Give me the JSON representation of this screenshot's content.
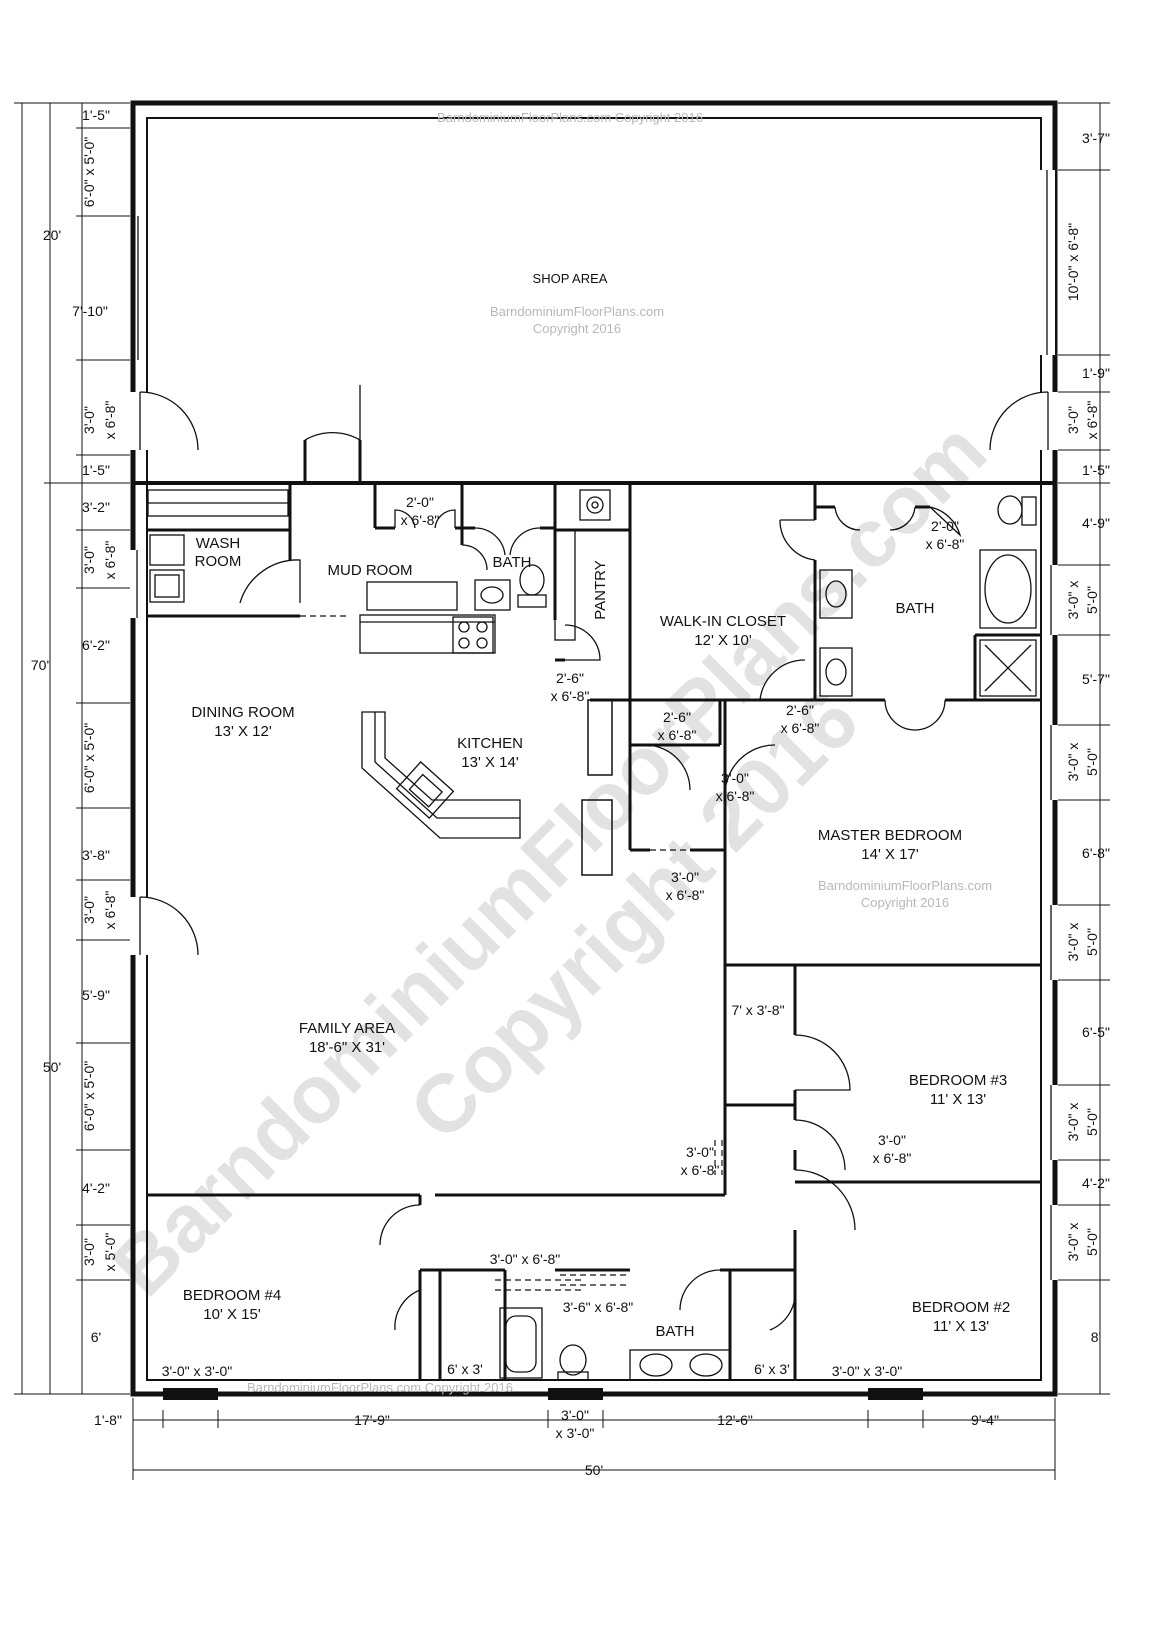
{
  "watermarks": {
    "top": "BarndominiumFloorPlans.com Copyright 2016",
    "bottom": "BarndominiumFloorPlans.com Copyright 2016",
    "shop_line1": "BarndominiumFloorPlans.com",
    "shop_line2": "Copyright 2016",
    "master_line1": "BarndominiumFloorPlans.com",
    "master_line2": "Copyright 2016",
    "big_line1": "BarndominiumFloorPlans.com",
    "big_line2": "Copyright 2016"
  },
  "rooms": {
    "shop": "SHOP AREA",
    "wash1": "WASH",
    "wash2": "ROOM",
    "mud": "MUD ROOM",
    "bath_small": "BATH",
    "pantry": "PANTRY",
    "closet_name": "WALK-IN CLOSET",
    "closet_size": "12' X 10'",
    "bath_master": "BATH",
    "dining_name": "DINING ROOM",
    "dining_size": "13' X 12'",
    "kitchen_name": "KITCHEN",
    "kitchen_size": "13' X 14'",
    "master_name": "MASTER BEDROOM",
    "master_size": "14' X 17'",
    "family_name": "FAMILY AREA",
    "family_size": "18'-6\" X 31'",
    "bed3_name": "BEDROOM #3",
    "bed3_size": "11' X 13'",
    "bed4_name": "BEDROOM #4",
    "bed4_size": "10' X 15'",
    "bed2_name": "BEDROOM #2",
    "bed2_size": "11' X 13'",
    "bath_bottom": "BATH"
  },
  "interior_dims": {
    "mud_door_1": "2'-0\"",
    "mud_door_2": "x 6'-8\"",
    "master_bath_door_1": "2'-0\"",
    "master_bath_door_2": "x 6'-8\"",
    "pantry_door_1": "2'-6\"",
    "pantry_door_2": "x 6'-8\"",
    "closet_door_1": "2'-6\"",
    "closet_door_2": "x 6'-8\"",
    "linen_door_1": "2'-6\"",
    "linen_door_2": "x 6'-8\"",
    "hall_door_1": "3'-0\"",
    "hall_door_2": "x 6'-8\"",
    "master_entry_1": "3'-0\"",
    "master_entry_2": "x 6'-8\"",
    "closet_7x3": "7' x 3'-8\"",
    "bed3_door_1": "3'-0\"",
    "bed3_door_2": "x 6'-8\"",
    "family_opening_1": "3'-0\"",
    "family_opening_2": "x 6'-8\"",
    "hall_bottom": "3'-0\" x 6'-8\"",
    "bath_bottom_door": "3'-6\" x 6'-8\"",
    "closet_6x3_left": "6' x 3'",
    "closet_6x3_right": "6' x 3'",
    "window_bed4": "3'-0\" x 3'-0\"",
    "window_bed2": "3'-0\" x 3'-0\""
  },
  "left_dims": {
    "total": "70'",
    "upper": "20'",
    "lower": "50'",
    "s1": "1'-5\"",
    "s2": "6'-0\" x 5'-0\"",
    "s3": "7'-10\"",
    "s4a": "3'-0\"",
    "s4b": "x 6'-8\"",
    "s5": "1'-5\"",
    "s6": "3'-2\"",
    "s7a": "3'-0\"",
    "s7b": "x 6'-8\"",
    "s8": "6'-2\"",
    "s9": "6'-0\" x 5'-0\"",
    "s10": "3'-8\"",
    "s11a": "3'-0\"",
    "s11b": "x 6'-8\"",
    "s12": "5'-9\"",
    "s13": "6'-0\" x 5'-0\"",
    "s14": "4'-2\"",
    "s15a": "3'-0\"",
    "s15b": "x 5'-0\"",
    "s16": "6'"
  },
  "right_dims": {
    "r1": "3'-7\"",
    "r2": "10'-0\" x 6'-8\"",
    "r3": "1'-9\"",
    "r4a": "3'-0\"",
    "r4b": "x 6'-8\"",
    "r5": "1'-5\"",
    "r6": "4'-9\"",
    "r7a": "3'-0\" x",
    "r7b": "5'-0\"",
    "r8": "5'-7\"",
    "r9a": "3'-0\" x",
    "r9b": "5'-0\"",
    "r10": "6'-8\"",
    "r11a": "3'-0\" x",
    "r11b": "5'-0\"",
    "r12": "6'-5\"",
    "r13a": "3'-0\" x",
    "r13b": "5'-0\"",
    "r14": "4'-2\"",
    "r15a": "3'-0\" x",
    "r15b": "5'-0\"",
    "r16": "8'"
  },
  "bottom_dims": {
    "b1": "1'-8\"",
    "b2": "17'-9\"",
    "b3a": "3'-0\"",
    "b3b": "x 3'-0\"",
    "b4": "12'-6\"",
    "b5": "9'-4\"",
    "total": "50'"
  }
}
